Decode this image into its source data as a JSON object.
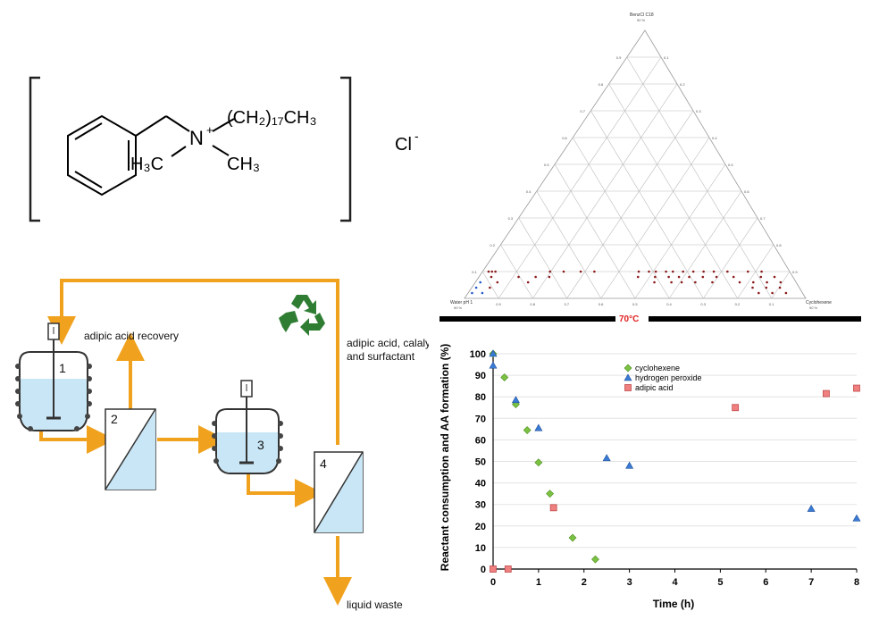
{
  "structure": {
    "group_label": "(CH₂)₁₇CH₃",
    "nitrogen": "N",
    "nitrogen_charge": "+",
    "methyl_left": "H₃C",
    "methyl_right": "CH₃",
    "counterion": "Cl",
    "counterion_charge": "-"
  },
  "process": {
    "units": [
      "1",
      "2",
      "3",
      "4"
    ],
    "labels": {
      "adipic_recovery": "adipic acid recovery",
      "recycle_line1": "adipic acid, calalyst",
      "recycle_line2": "and surfactant",
      "liquid_waste": "liquid waste"
    },
    "icons": [
      "recycle-icon"
    ],
    "colors": {
      "pipe": "#F0A21E",
      "liquid": "#C8E6F5",
      "recycle": "#2E7D32"
    }
  },
  "ternary": {
    "top_label": "BenzCl C18",
    "top_sub": "90 %",
    "left_label": "Water pH 1",
    "left_sub": "90 %",
    "right_label": "Cyclohexene",
    "right_sub": "90 %",
    "temperature": "70°C",
    "ticks": [
      "0.1",
      "0.2",
      "0.3",
      "0.4",
      "0.5",
      "0.6",
      "0.7",
      "0.8",
      "0.9"
    ],
    "colors": {
      "points": "#8B1A1A",
      "water_points": "#2457C5",
      "temperature": "#E02020"
    }
  },
  "chart_data": {
    "type": "scatter",
    "xlabel": "Time (h)",
    "ylabel": "Reactant consumption and AA formation (%)",
    "xlim": [
      0,
      8
    ],
    "ylim": [
      0,
      100
    ],
    "xticks": [
      "0",
      "1",
      "2",
      "3",
      "4",
      "5",
      "6",
      "7",
      "8"
    ],
    "yticks": [
      "0",
      "10",
      "20",
      "30",
      "40",
      "50",
      "60",
      "70",
      "80",
      "90",
      "100"
    ],
    "legend_position": "top-center",
    "series": [
      {
        "name": "cyclohexene",
        "marker": "diamond",
        "color": "#7CC242",
        "points": [
          [
            0,
            100
          ],
          [
            0.25,
            89
          ],
          [
            0.5,
            76.5
          ],
          [
            0.75,
            64.5
          ],
          [
            1,
            49.5
          ],
          [
            1.25,
            35
          ],
          [
            1.75,
            14.5
          ],
          [
            2.25,
            4.5
          ]
        ]
      },
      {
        "name": "hydrogen peroxide",
        "marker": "triangle",
        "color": "#3A7BD5",
        "points": [
          [
            0,
            94.5
          ],
          [
            0,
            100
          ],
          [
            0.5,
            78.5
          ],
          [
            1,
            65.5
          ],
          [
            2.5,
            51.5
          ],
          [
            3,
            48
          ],
          [
            7,
            28
          ],
          [
            8,
            23.5
          ]
        ]
      },
      {
        "name": "adipic acid",
        "marker": "square",
        "color": "#F08080",
        "points": [
          [
            0,
            0
          ],
          [
            0.33,
            0
          ],
          [
            1.33,
            28.5
          ],
          [
            5.33,
            75
          ],
          [
            7.33,
            81.5
          ],
          [
            8,
            84
          ]
        ]
      }
    ]
  }
}
